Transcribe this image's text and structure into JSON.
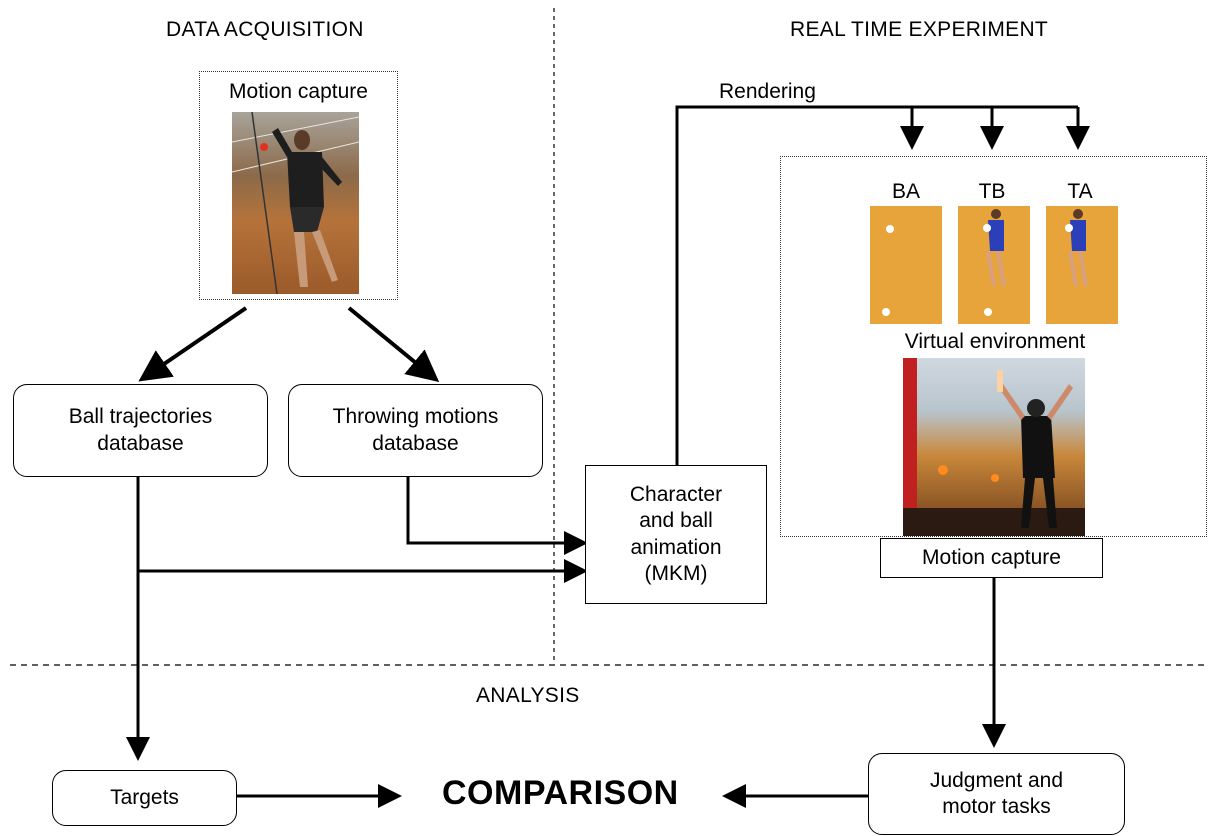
{
  "sections": {
    "data_acquisition": "DATA ACQUISITION",
    "real_time": "REAL TIME EXPERIMENT",
    "analysis": "ANALYSIS"
  },
  "motion_capture_top": "Motion capture",
  "rendering": "Rendering",
  "conditions": {
    "ba": "BA",
    "tb": "TB",
    "ta": "TA"
  },
  "virtual_environment": "Virtual environment",
  "motion_capture_bottom": "Motion capture",
  "boxes": {
    "ball_db": "Ball trajectories\ndatabase",
    "throw_db": "Throwing motions\ndatabase",
    "animation": "Character\nand ball\nanimation\n(MKM)",
    "targets": "Targets",
    "judgment": "Judgment and\nmotor tasks"
  },
  "comparison": "COMPARISON"
}
